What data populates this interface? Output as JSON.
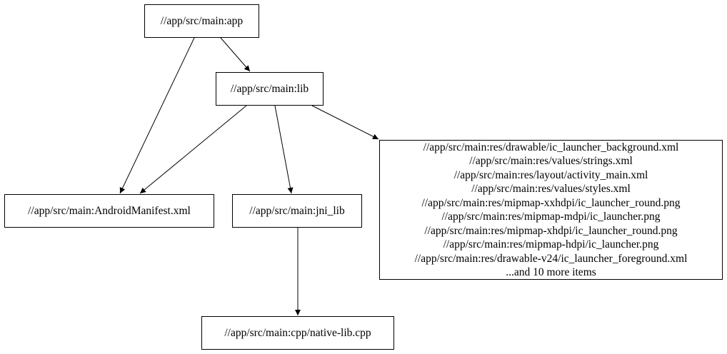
{
  "graph": {
    "background_color": "#ffffff",
    "node_border_color": "#000000",
    "node_fill_color": "#ffffff",
    "edge_color": "#000000",
    "text_color": "#000000",
    "nodes": {
      "app": {
        "label": "//app/src/main:app"
      },
      "lib": {
        "label": "//app/src/main:lib"
      },
      "android_manifest": {
        "label": "//app/src/main:AndroidManifest.xml"
      },
      "jni_lib": {
        "label": "//app/src/main:jni_lib"
      },
      "res_group": {
        "lines": [
          "//app/src/main:res/drawable/ic_launcher_background.xml",
          "//app/src/main:res/values/strings.xml",
          "//app/src/main:res/layout/activity_main.xml",
          "//app/src/main:res/values/styles.xml",
          "//app/src/main:res/mipmap-xxhdpi/ic_launcher_round.png",
          "//app/src/main:res/mipmap-mdpi/ic_launcher.png",
          "//app/src/main:res/mipmap-xhdpi/ic_launcher_round.png",
          "//app/src/main:res/mipmap-hdpi/ic_launcher.png",
          "//app/src/main:res/drawable-v24/ic_launcher_foreground.xml",
          "...and 10 more items"
        ]
      },
      "native_lib": {
        "label": "//app/src/main:cpp/native-lib.cpp"
      }
    },
    "edges": [
      {
        "from": "app",
        "to": "lib"
      },
      {
        "from": "app",
        "to": "android_manifest"
      },
      {
        "from": "lib",
        "to": "android_manifest"
      },
      {
        "from": "lib",
        "to": "jni_lib"
      },
      {
        "from": "lib",
        "to": "res_group"
      },
      {
        "from": "jni_lib",
        "to": "native_lib"
      }
    ]
  }
}
